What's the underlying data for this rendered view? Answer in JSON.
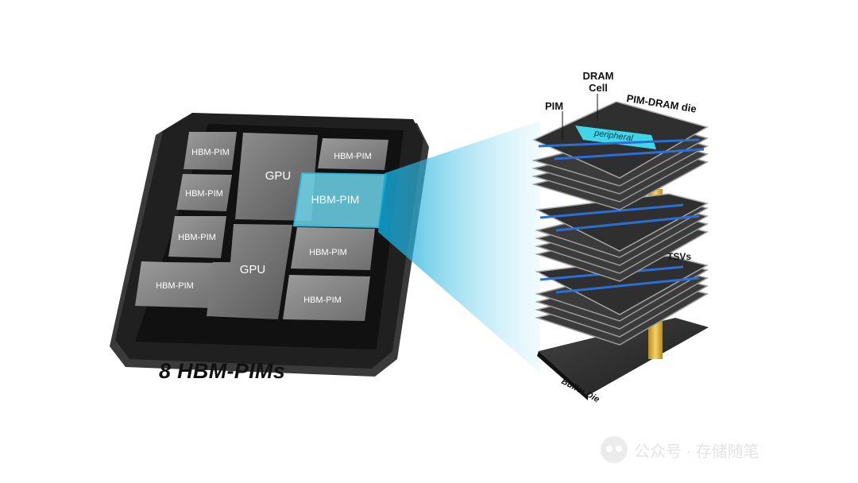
{
  "package": {
    "caption": "8 HBM-PIMs",
    "modules": [
      {
        "label": "HBM-PIM"
      },
      {
        "label": "HBM-PIM"
      },
      {
        "label": "HBM-PIM"
      },
      {
        "label": "HBM-PIM"
      },
      {
        "label": "HBM-PIM"
      },
      {
        "label": "HBM-PIM"
      },
      {
        "label": "HBM-PIM"
      },
      {
        "label": "HBM-PIM"
      }
    ],
    "gpus": [
      {
        "label": "GPU"
      },
      {
        "label": "GPU"
      }
    ]
  },
  "stack": {
    "labels": {
      "dram_cell": "DRAM\nCell",
      "pim": "PIM",
      "pim_dram_die": "PIM-DRAM die",
      "peripheral": "peripheral",
      "tsvs": "TSVs",
      "buffer_die": "Buffer Die"
    }
  },
  "watermark": {
    "text": "公众号 · 存储随笔"
  },
  "colors": {
    "highlight": "#3fc6e6",
    "package": "#1f1f1f",
    "tile": "#8a8a8a"
  }
}
